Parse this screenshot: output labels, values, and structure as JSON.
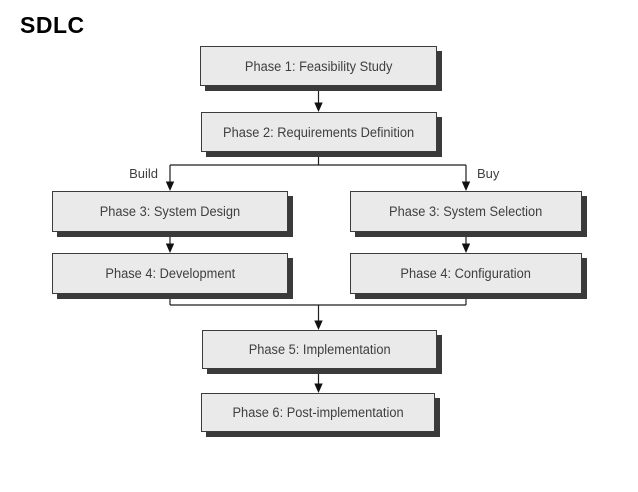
{
  "title": "SDLC",
  "diagram": {
    "type": "flowchart",
    "nodes": [
      {
        "id": "phase1",
        "label": "Phase 1: Feasibility Study"
      },
      {
        "id": "phase2",
        "label": "Phase 2: Requirements Definition"
      },
      {
        "id": "phase3_build",
        "label": "Phase 3: System Design"
      },
      {
        "id": "phase3_buy",
        "label": "Phase 3: System Selection"
      },
      {
        "id": "phase4_build",
        "label": "Phase 4: Development"
      },
      {
        "id": "phase4_buy",
        "label": "Phase 4: Configuration"
      },
      {
        "id": "phase5",
        "label": "Phase 5: Implementation"
      },
      {
        "id": "phase6",
        "label": "Phase 6: Post-implementation"
      }
    ],
    "branch_labels": {
      "left": "Build",
      "right": "Buy"
    },
    "edges": [
      {
        "from": "phase1",
        "to": "phase2"
      },
      {
        "from": "phase2",
        "to": "phase3_build",
        "label": "Build"
      },
      {
        "from": "phase2",
        "to": "phase3_buy",
        "label": "Buy"
      },
      {
        "from": "phase3_build",
        "to": "phase4_build"
      },
      {
        "from": "phase3_buy",
        "to": "phase4_buy"
      },
      {
        "from": "phase4_build",
        "to": "phase5"
      },
      {
        "from": "phase4_buy",
        "to": "phase5"
      },
      {
        "from": "phase5",
        "to": "phase6"
      }
    ],
    "colors": {
      "background": "#ffffff",
      "box_fill": "#eaeaea",
      "box_border": "#3c3c3c",
      "box_shadow": "#3a3a3a",
      "text": "#3f3f3f",
      "title_text": "#000000",
      "line": "#1f1f1f"
    }
  }
}
